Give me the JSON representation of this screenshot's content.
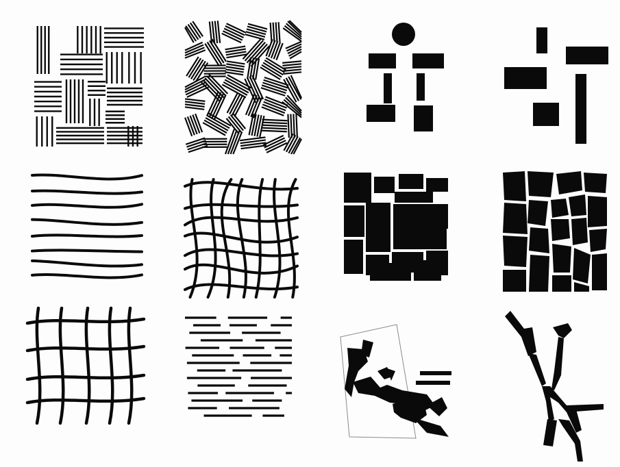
{
  "colors": {
    "ink": "#0a0a0a",
    "paper": "#fdfdfd",
    "frame": "#8a8a8a"
  },
  "panels": [
    {
      "id": "hatch-blocks",
      "row": 1,
      "col": 1,
      "kind": "line-pattern"
    },
    {
      "id": "dense-random-hatching",
      "row": 1,
      "col": 2,
      "kind": "line-pattern"
    },
    {
      "id": "sparse-blocks-circle",
      "row": 1,
      "col": 3,
      "kind": "solid-figure"
    },
    {
      "id": "sparse-blocks",
      "row": 1,
      "col": 4,
      "kind": "solid-figure"
    },
    {
      "id": "horizontal-wavy-lines",
      "row": 2,
      "col": 1,
      "kind": "line-pattern"
    },
    {
      "id": "tangled-curves",
      "row": 2,
      "col": 2,
      "kind": "line-pattern"
    },
    {
      "id": "packed-rectangles",
      "row": 2,
      "col": 3,
      "kind": "solid-figure"
    },
    {
      "id": "irregular-cells",
      "row": 2,
      "col": 4,
      "kind": "solid-figure"
    },
    {
      "id": "wavy-grid",
      "row": 3,
      "col": 1,
      "kind": "line-pattern"
    },
    {
      "id": "staggered-dashes",
      "row": 3,
      "col": 2,
      "kind": "line-pattern"
    },
    {
      "id": "fragment-cluster",
      "row": 3,
      "col": 3,
      "kind": "solid-figure"
    },
    {
      "id": "branching-shards",
      "row": 3,
      "col": 4,
      "kind": "solid-figure"
    }
  ]
}
